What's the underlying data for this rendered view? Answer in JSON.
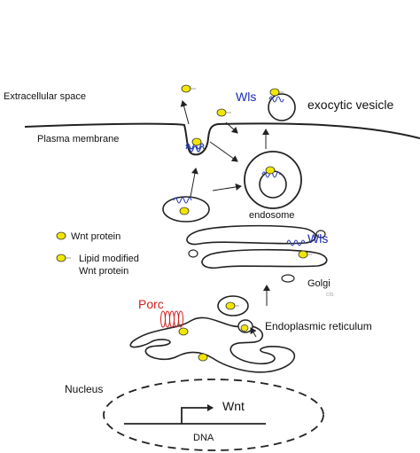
{
  "labels": {
    "extracellular": "Extracellular  space",
    "plasma_membrane": "Plasma membrane",
    "wls_top": "Wls",
    "exocytic_vesicle": "exocytic vesicle",
    "endosome": "endosome",
    "wnt_protein": "Wnt protein",
    "lipid_modified_line1": "Lipid modified",
    "lipid_modified_line2": "Wnt protein",
    "wls_golgi": "Wls",
    "golgi": "Golgi",
    "cis": "cis",
    "porc": "Porc",
    "er": "Endoplasmic reticulum",
    "nucleus": "Nucleus",
    "wnt_gene": "Wnt",
    "dna": "DNA"
  },
  "colors": {
    "wnt_fill": "#f2e600",
    "wls_color": "#1a2bbf",
    "porc_color": "#d42020",
    "line": "#222222"
  }
}
